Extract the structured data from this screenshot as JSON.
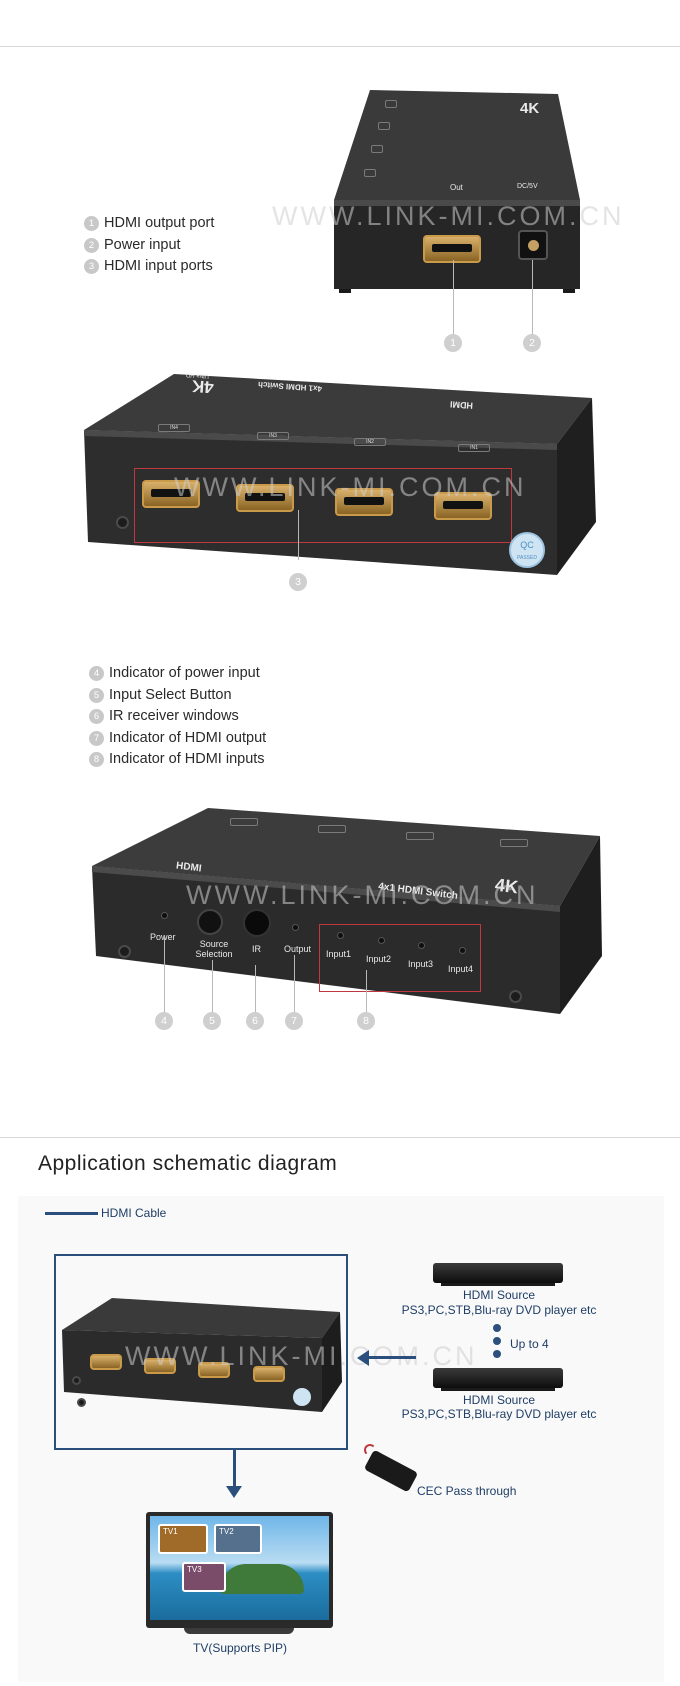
{
  "watermark": "WWW.LINK-MI.COM.CN",
  "legend_top": [
    {
      "num": "1",
      "label": "HDMI output port"
    },
    {
      "num": "2",
      "label": "Power input"
    },
    {
      "num": "3",
      "label": "HDMI input ports"
    }
  ],
  "legend_mid": [
    {
      "num": "4",
      "label": "Indicator of power input"
    },
    {
      "num": "5",
      "label": "Input Select Button"
    },
    {
      "num": "6",
      "label": "IR receiver windows"
    },
    {
      "num": "7",
      "label": "Indicator of HDMI output"
    },
    {
      "num": "8",
      "label": "Indicator of HDMI inputs"
    }
  ],
  "device_back": {
    "out_label": "Out",
    "power_label": "DC/5V",
    "brand_4k": "4K",
    "callouts": [
      "1",
      "2"
    ]
  },
  "device_inputs": {
    "tags": [
      "IN4",
      "IN3",
      "IN2",
      "IN1"
    ],
    "brand": "4x1 HDMI Switch",
    "brand_4k": "4K",
    "brand_sub": "Ultra HD",
    "hdmi_logo": "HDMI",
    "qc_text": "QC",
    "qc_sub": "PASSED",
    "callout": "3"
  },
  "device_front": {
    "power": "Power",
    "source": "Source Selection",
    "ir": "IR",
    "output": "Output",
    "inputs": [
      "Input1",
      "Input2",
      "Input3",
      "Input4"
    ],
    "brand": "4x1 HDMI Switch",
    "brand_4k": "4K",
    "hdmi_logo": "HDMI",
    "callouts": [
      "4",
      "5",
      "6",
      "7",
      "8"
    ]
  },
  "schematic": {
    "title": "Application schematic diagram",
    "cable_legend": "HDMI Cable",
    "source1_title": "HDMI Source",
    "source1_desc": "PS3,PC,STB,Blu-ray DVD player etc",
    "up_to": "Up to 4",
    "source2_title": "HDMI Source",
    "source2_desc": "PS3,PC,STB,Blu-ray DVD player etc",
    "cec": "CEC Pass through",
    "tv_caption": "TV(Supports PIP)",
    "pip": [
      "TV1",
      "TV2",
      "TV3"
    ],
    "colors": {
      "cable": "#2b4f7d",
      "accent_red": "#c0383f"
    }
  }
}
